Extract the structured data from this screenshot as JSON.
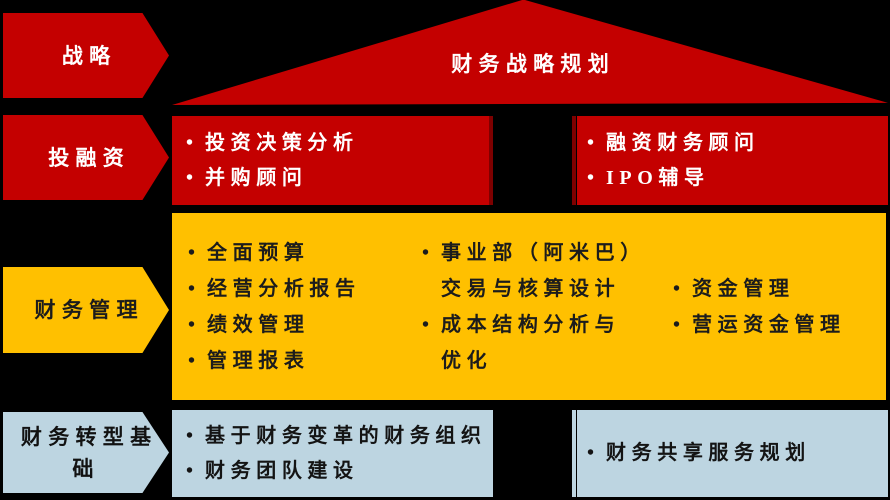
{
  "colors": {
    "background": "#000000",
    "red": "#C40000",
    "dark_red_strip": "#7E0000",
    "gold": "#FFC000",
    "light_blue": "#BDD5E1",
    "text_on_red": "#FFFFFF",
    "text_on_gold": "#1C1C1C",
    "text_on_blue": "#141414"
  },
  "strategy": {
    "label": "战略",
    "roof_title": "财务战略规划"
  },
  "investment": {
    "label": "投融资",
    "left_items": [
      "投资决策分析",
      "并购顾问"
    ],
    "right_items": [
      "融资财务顾问",
      "IPO辅导"
    ]
  },
  "finance": {
    "label": "财务管理",
    "col1": [
      "全面预算",
      "经营分析报告",
      "绩效管理",
      "管理报表"
    ],
    "col2": [
      "事业部（阿米巴）\n交易与核算设计",
      "成本结构分析与\n优化"
    ],
    "col3": [
      "资金管理",
      "营运资金管理"
    ]
  },
  "transformation": {
    "label": "财务转型基\n础",
    "left_items": [
      "基于财务变革的财务组织",
      "财务团队建设"
    ],
    "right_items": [
      "财务共享服务规划"
    ]
  }
}
